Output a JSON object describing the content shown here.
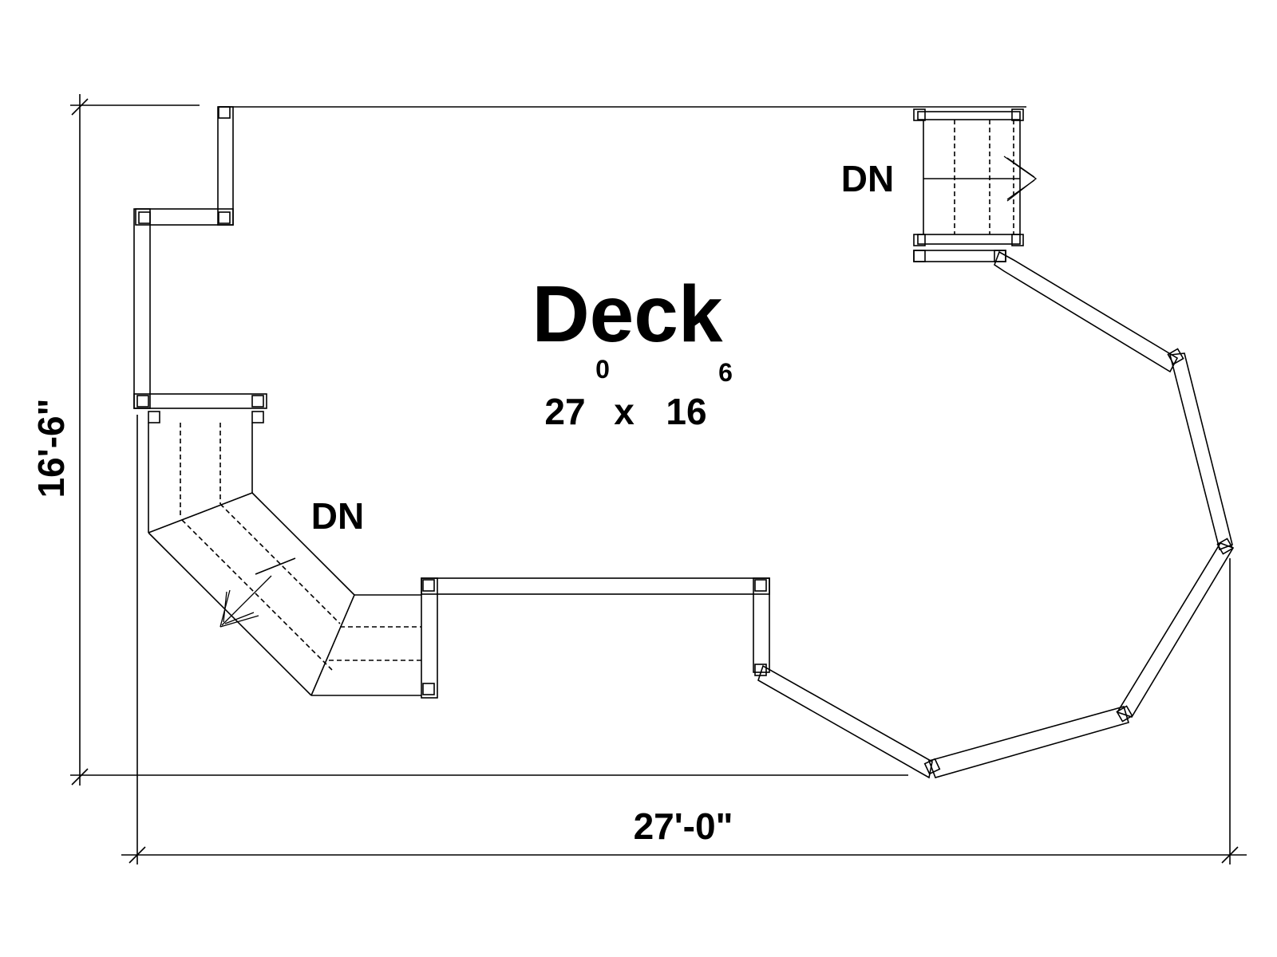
{
  "plan": {
    "room_name": "Deck",
    "size": {
      "width_feet": "27",
      "width_inches": "0",
      "times": "x",
      "depth_feet": "16",
      "depth_inches": "6"
    },
    "stairs": [
      {
        "label": "DN"
      },
      {
        "label": "DN"
      }
    ],
    "dimensions": {
      "overall_width": "27'-0\"",
      "overall_depth": "16'-6\""
    }
  },
  "colors": {
    "line": "#000000",
    "background": "#ffffff"
  }
}
